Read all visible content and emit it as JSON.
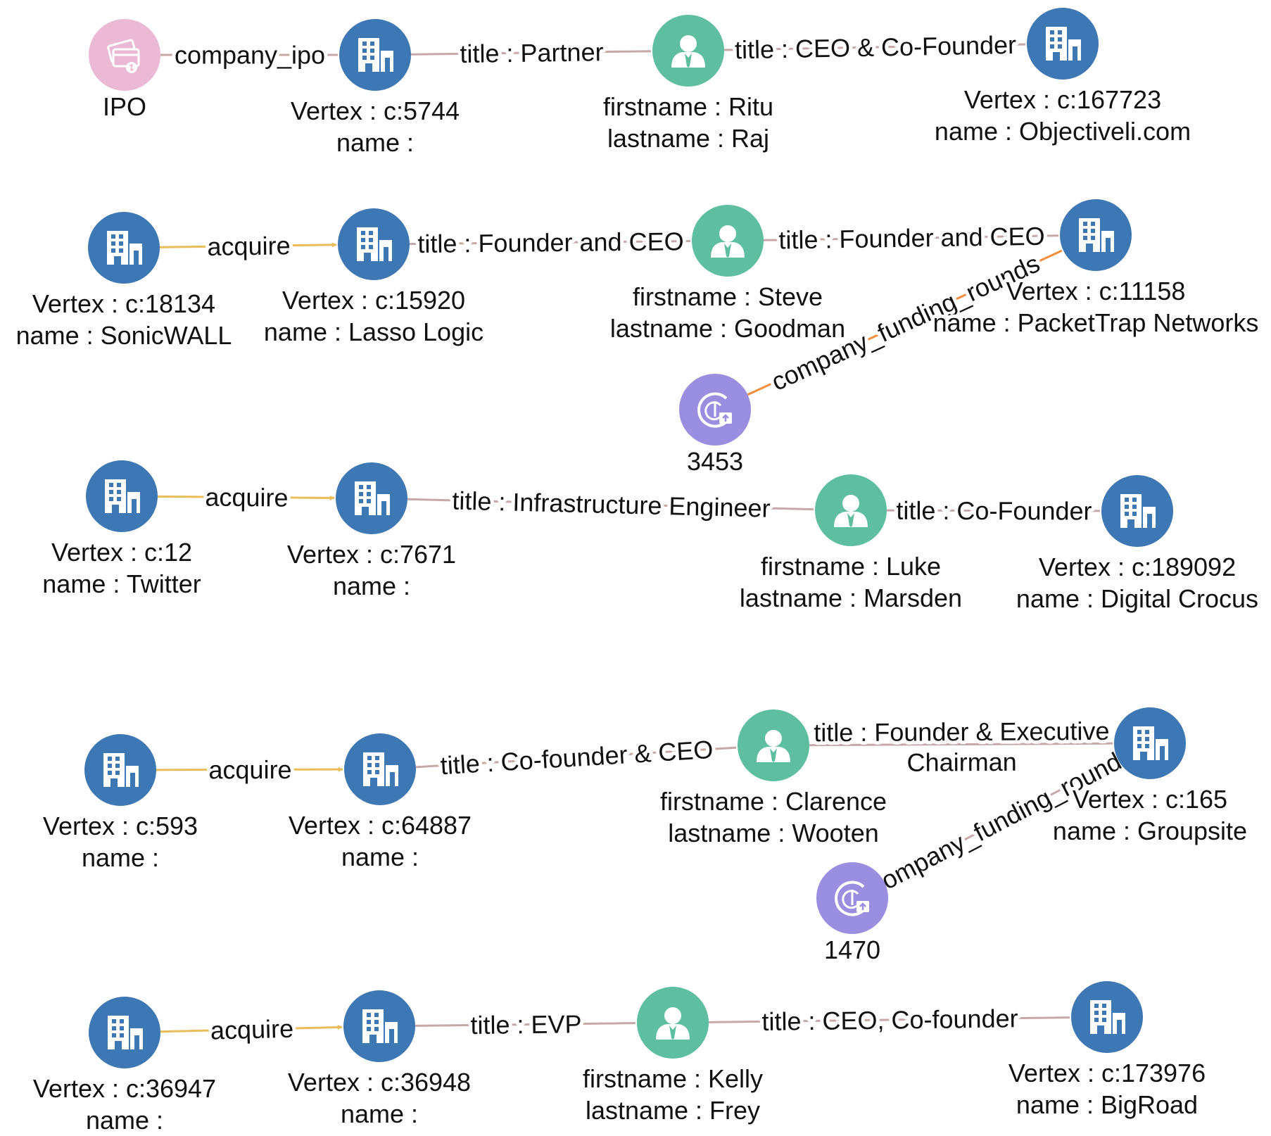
{
  "colors": {
    "company": "#3d77b4",
    "person": "#5dbfa0",
    "ipo": "#eab9d4",
    "funding": "#9a8ee0",
    "edge_relation": "#c7a8a8",
    "edge_acquire": "#e8bd5a",
    "edge_funding": "#f28d3c"
  },
  "nodes": [
    {
      "id": "ipo",
      "type": "ipo",
      "icon": "ipo-card-icon",
      "lines": [
        "IPO"
      ]
    },
    {
      "id": "c5744",
      "type": "company",
      "icon": "building-icon",
      "lines": [
        "Vertex : c:5744",
        "name :"
      ]
    },
    {
      "id": "ritu",
      "type": "person",
      "icon": "person-icon",
      "lines": [
        "firstname : Ritu",
        "lastname : Raj"
      ]
    },
    {
      "id": "c167723",
      "type": "company",
      "icon": "building-icon",
      "lines": [
        "Vertex : c:167723",
        "name : Objectiveli.com"
      ]
    },
    {
      "id": "c18134",
      "type": "company",
      "icon": "building-icon",
      "lines": [
        "Vertex : c:18134",
        "name : SonicWALL"
      ]
    },
    {
      "id": "c15920",
      "type": "company",
      "icon": "building-icon",
      "lines": [
        "Vertex : c:15920",
        "name : Lasso Logic"
      ]
    },
    {
      "id": "steve",
      "type": "person",
      "icon": "person-icon",
      "lines": [
        "firstname : Steve",
        "lastname : Goodman"
      ]
    },
    {
      "id": "c11158",
      "type": "company",
      "icon": "building-icon",
      "lines": [
        "Vertex : c:11158",
        "name : PacketTrap Networks"
      ]
    },
    {
      "id": "f3453",
      "type": "funding",
      "icon": "funding-round-icon",
      "lines": [
        "3453"
      ]
    },
    {
      "id": "c12",
      "type": "company",
      "icon": "building-icon",
      "lines": [
        "Vertex : c:12",
        "name : Twitter"
      ]
    },
    {
      "id": "c7671",
      "type": "company",
      "icon": "building-icon",
      "lines": [
        "Vertex : c:7671",
        "name :"
      ]
    },
    {
      "id": "luke",
      "type": "person",
      "icon": "person-icon",
      "lines": [
        "firstname : Luke",
        "lastname : Marsden"
      ]
    },
    {
      "id": "c189092",
      "type": "company",
      "icon": "building-icon",
      "lines": [
        "Vertex : c:189092",
        "name : Digital Crocus"
      ]
    },
    {
      "id": "c593",
      "type": "company",
      "icon": "building-icon",
      "lines": [
        "Vertex : c:593",
        "name :"
      ]
    },
    {
      "id": "c64887",
      "type": "company",
      "icon": "building-icon",
      "lines": [
        "Vertex : c:64887",
        "name :"
      ]
    },
    {
      "id": "clarence",
      "type": "person",
      "icon": "person-icon",
      "lines": [
        "firstname : Clarence",
        "lastname : Wooten"
      ]
    },
    {
      "id": "c165",
      "type": "company",
      "icon": "building-icon",
      "lines": [
        "Vertex : c:165",
        "name : Groupsite"
      ]
    },
    {
      "id": "f1470",
      "type": "funding",
      "icon": "funding-round-icon",
      "lines": [
        "1470"
      ]
    },
    {
      "id": "c36947",
      "type": "company",
      "icon": "building-icon",
      "lines": [
        "Vertex : c:36947",
        "name :"
      ]
    },
    {
      "id": "c36948",
      "type": "company",
      "icon": "building-icon",
      "lines": [
        "Vertex : c:36948",
        "name :"
      ]
    },
    {
      "id": "kelly",
      "type": "person",
      "icon": "person-icon",
      "lines": [
        "firstname : Kelly",
        "lastname : Frey"
      ]
    },
    {
      "id": "c173976",
      "type": "company",
      "icon": "building-icon",
      "lines": [
        "Vertex : c:173976",
        "name : BigRoad"
      ]
    }
  ],
  "edges": [
    {
      "from": "ipo",
      "to": "c5744",
      "type": "relation",
      "label": [
        "company_ipo"
      ]
    },
    {
      "from": "c5744",
      "to": "ritu",
      "type": "relation",
      "label": [
        "title : Partner"
      ]
    },
    {
      "from": "ritu",
      "to": "c167723",
      "type": "relation",
      "label": [
        "title : CEO & Co-Founder"
      ]
    },
    {
      "from": "c18134",
      "to": "c15920",
      "type": "acquire",
      "label": [
        "acquire"
      ]
    },
    {
      "from": "c15920",
      "to": "steve",
      "type": "relation",
      "label": [
        "title : Founder and CEO"
      ]
    },
    {
      "from": "steve",
      "to": "c11158",
      "type": "relation",
      "label": [
        "title : Founder and CEO"
      ]
    },
    {
      "from": "f3453",
      "to": "c11158",
      "type": "funding",
      "label": [
        "company_funding_rounds"
      ]
    },
    {
      "from": "c12",
      "to": "c7671",
      "type": "acquire",
      "label": [
        "acquire"
      ]
    },
    {
      "from": "c7671",
      "to": "luke",
      "type": "relation",
      "label": [
        "title : Infrastructure Engineer"
      ]
    },
    {
      "from": "luke",
      "to": "c189092",
      "type": "relation",
      "label": [
        "title : Co-Founder"
      ]
    },
    {
      "from": "c593",
      "to": "c64887",
      "type": "acquire",
      "label": [
        "acquire"
      ]
    },
    {
      "from": "c64887",
      "to": "clarence",
      "type": "relation",
      "label": [
        "title : Co-founder & CEO"
      ]
    },
    {
      "from": "clarence",
      "to": "c165",
      "type": "relation",
      "label": [
        "title : Founder & Executive",
        "Chairman"
      ]
    },
    {
      "from": "f1470",
      "to": "c165",
      "type": "relation",
      "label": [
        "ompany_funding_round"
      ]
    },
    {
      "from": "c36947",
      "to": "c36948",
      "type": "acquire",
      "label": [
        "acquire"
      ]
    },
    {
      "from": "c36948",
      "to": "kelly",
      "type": "relation",
      "label": [
        "title : EVP"
      ]
    },
    {
      "from": "kelly",
      "to": "c173976",
      "type": "relation",
      "label": [
        "title : CEO, Co-founder"
      ]
    }
  ]
}
